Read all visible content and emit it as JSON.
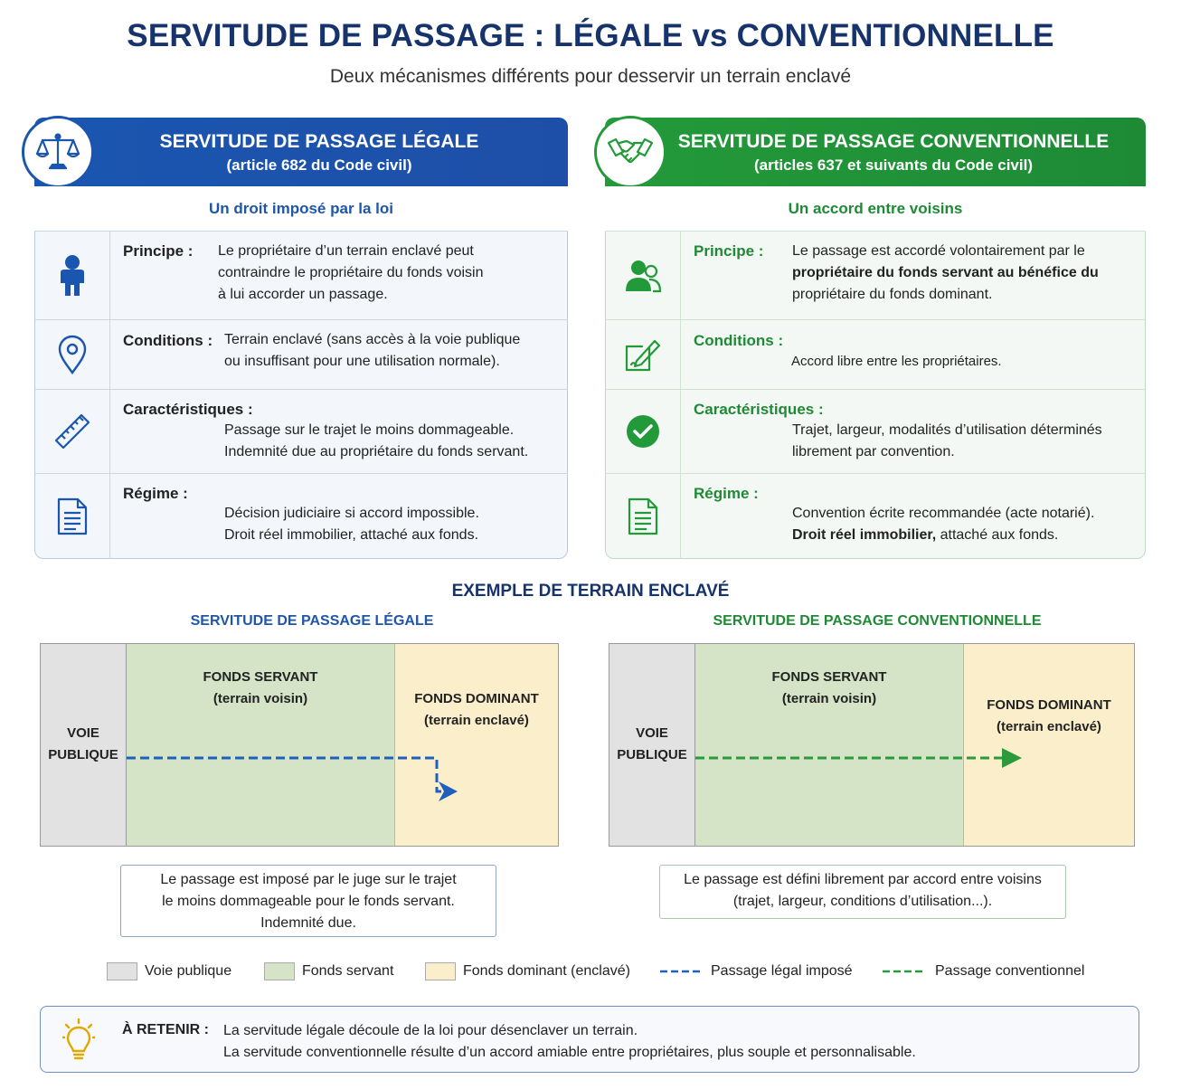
{
  "header": {
    "title": "SERVITUDE DE PASSAGE : LÉGALE vs CONVENTIONNELLE",
    "subtitle": "Deux mécanismes différents pour desservir un terrain enclavé"
  },
  "legal": {
    "banner_title": "SERVITUDE DE PASSAGE LÉGALE",
    "banner_sub": "(article 682 du Code civil)",
    "tagline": "Un droit imposé par la loi",
    "principe_label": "Principe :",
    "principe_l1": "Le propriétaire d’un terrain enclavé peut",
    "principe_l2": "contraindre le propriétaire du fonds voisin",
    "principe_l3": "à lui accorder un passage.",
    "conditions_label": "Conditions :",
    "conditions_l1": "Terrain enclavé (sans accès à la voie publique",
    "conditions_l2": "ou insuffisant pour une utilisation normale).",
    "carac_label": "Caractéristiques :",
    "carac_l1": "Passage sur le trajet le moins dommageable.",
    "carac_l2": "Indemnité due au propriétaire du fonds servant.",
    "regime_label": "Régime :",
    "regime_l1": "Décision judiciaire si accord impossible.",
    "regime_l2": "Droit réel immobilier, attaché aux fonds."
  },
  "conv": {
    "banner_title": "SERVITUDE DE PASSAGE CONVENTIONNELLE",
    "banner_sub": "(articles 637 et suivants du Code civil)",
    "tagline": "Un accord entre voisins",
    "principe_label": "Principe :",
    "principe_l1": "Le passage est accordé volontairement par le",
    "principe_l2": "propriétaire du fonds servant au bénéfice du",
    "principe_l3": "propriétaire du fonds dominant.",
    "conditions_label": "Conditions :",
    "conditions_l1": "Accord libre entre les propriétaires.",
    "carac_label": "Caractéristiques :",
    "carac_l1": "Trajet, largeur, modalités d’utilisation déterminés",
    "carac_l2": "librement par convention.",
    "regime_label": "Régime :",
    "regime_l1": "Convention écrite recommandée (acte notarié).",
    "regime_l2a": "Droit réel immobilier,",
    "regime_l2b": " attaché aux fonds."
  },
  "example": {
    "title": "EXEMPLE DE TERRAIN ENCLAVÉ",
    "legal_sub": "SERVITUDE DE PASSAGE LÉGALE",
    "conv_sub": "SERVITUDE DE PASSAGE CONVENTIONNELLE",
    "voie_l1": "VOIE",
    "voie_l2": "PUBLIQUE",
    "servant_l1": "FONDS SERVANT",
    "servant_l2": "(terrain voisin)",
    "dominant_l1": "FONDS DOMINANT",
    "dominant_l2": "(terrain enclavé)",
    "legal_note_l1": "Le passage est imposé par le juge sur le trajet",
    "legal_note_l2": "le moins dommageable pour le fonds servant.",
    "legal_note_l3": "Indemnité due.",
    "conv_note_l1": "Le passage est défini librement par accord entre voisins",
    "conv_note_l2": "(trajet, largeur, conditions d’utilisation...)."
  },
  "legend": {
    "voie": "Voie publique",
    "servant": "Fonds servant",
    "dominant": "Fonds dominant (enclavé)",
    "legal_path": "Passage légal imposé",
    "conv_path": "Passage conventionnel"
  },
  "retenir": {
    "label": "À RETENIR :",
    "l1": "La servitude légale découle de la loi pour désenclaver un terrain.",
    "l2a": "La servitude ",
    "l2b": "conventionnelle",
    "l2c": " résulte d’un accord amiable entre propriétaires, plus souple et personnalisable."
  },
  "colors": {
    "blue": "#1a56b0",
    "green": "#239a3a",
    "navy": "#17336b",
    "voie": "#e2e2e2",
    "servant": "#d5e4c7",
    "dominant": "#fbefcb"
  },
  "icons": {
    "legal_badge": "scales-icon",
    "conv_badge": "handshake-icon",
    "principe_legal": "person-icon",
    "conditions_legal": "location-pin-icon",
    "carac_legal": "ruler-icon",
    "regime_legal": "document-icon",
    "principe_conv": "users-icon",
    "conditions_conv": "pen-edit-icon",
    "carac_conv": "check-circle-icon",
    "regime_conv": "document-icon",
    "retenir": "lightbulb-icon"
  }
}
